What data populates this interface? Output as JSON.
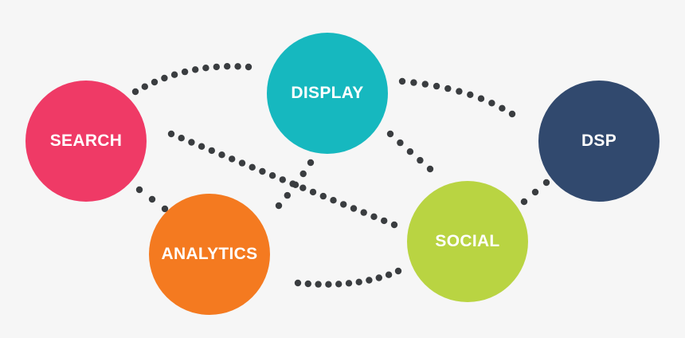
{
  "nodes": {
    "search": {
      "label": "SEARCH",
      "color": "#ef3a66"
    },
    "display": {
      "label": "DISPLAY",
      "color": "#16b8bf"
    },
    "dsp": {
      "label": "DSP",
      "color": "#31496e"
    },
    "analytics": {
      "label": "ANALYTICS",
      "color": "#f47a20"
    },
    "social": {
      "label": "SOCIAL",
      "color": "#b9d442"
    }
  },
  "connector_color": "#3a3d40"
}
